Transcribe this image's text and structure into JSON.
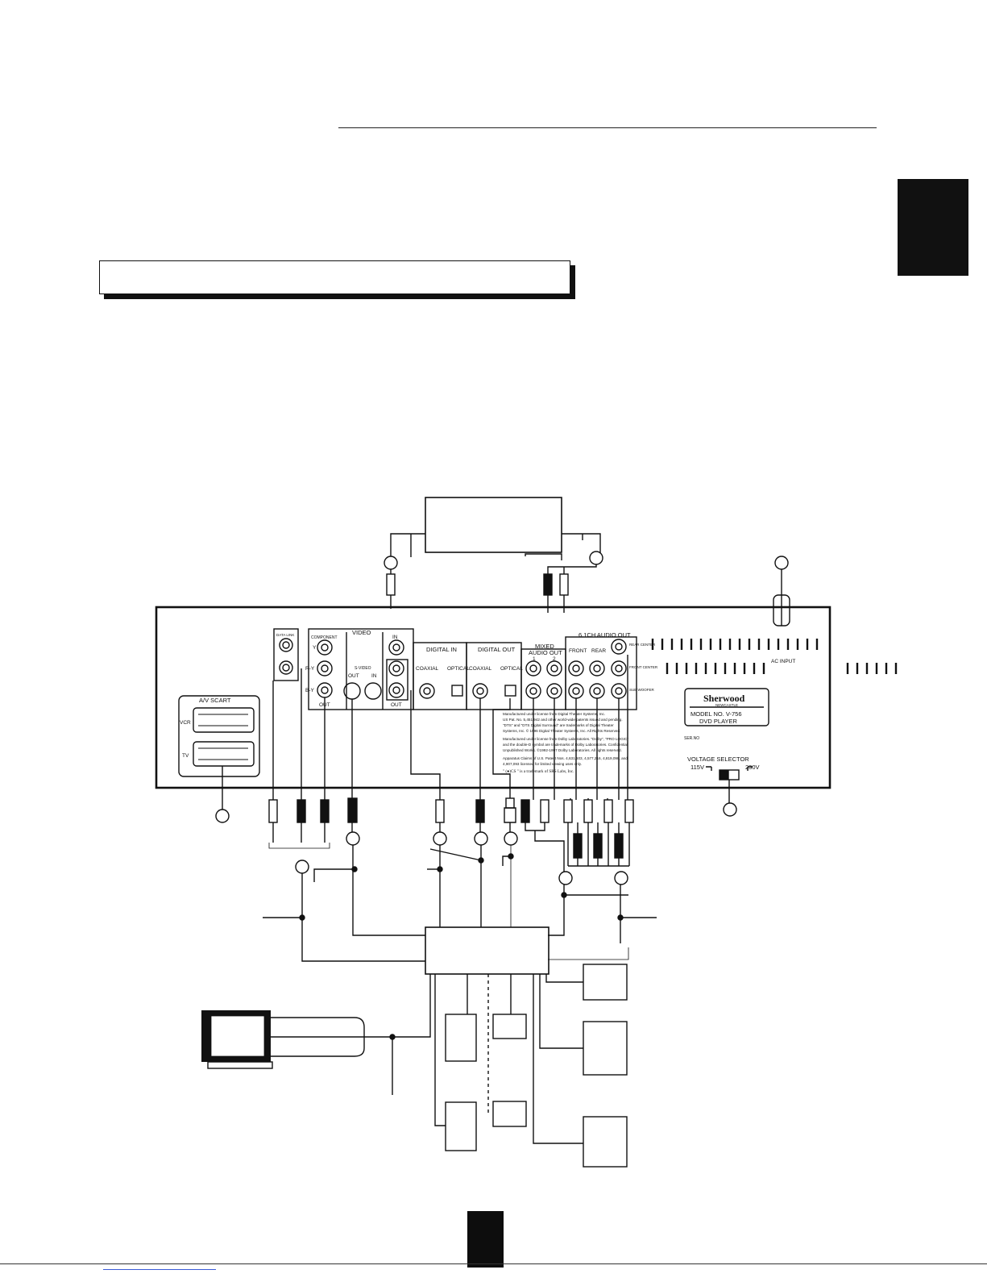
{
  "panel": {
    "av_scart": "A/V SCART",
    "scart_vcr": "VCR",
    "scart_tv": "TV",
    "video": "VIDEO",
    "component": "COMPONENT",
    "data_link": "DATA LINK",
    "y": "Y",
    "r_y": "R-Y",
    "b_y": "B-Y",
    "out": "OUT",
    "svideo": "S-VIDEO",
    "svideo_out": "OUT",
    "svideo_in": "IN",
    "video_in": "IN",
    "video_out": "OUT",
    "digital_in": "DIGITAL IN",
    "digital_out": "DIGITAL OUT",
    "coaxial_in": "COAXIAL",
    "optical_in": "OPTICAL",
    "coaxial_out": "COAXIAL",
    "optical_out": "OPTICAL",
    "mixed_audio_out_1": "MIXED",
    "mixed_audio_out_2": "AUDIO OUT",
    "ch1": "1",
    "ch2": "2",
    "six_ch_audio_out": "6.1CH AUDIO OUT",
    "front": "FRONT",
    "rear": "REAR",
    "rear_center": "REAR CENTER",
    "front_center": "FRONT CENTER",
    "sub_woofer": "SUB WOOFER",
    "ac_input": "AC INPUT",
    "brand": "Sherwood",
    "brand_sub": "NEWCASTLE",
    "model_no": "MODEL NO.  V-756",
    "dvd_player": "DVD  PLAYER",
    "ser_no": "SER.NO",
    "voltage_selector": "VOLTAGE SELECTOR",
    "v115": "115V",
    "v230": "230V",
    "license_lines": [
      "Manufactured under license from Digital Theater Systems, Inc.",
      "US Pat. No. 5,451,942 and other world-wide patents issued and pending.",
      "\"DTS\" and \"DTS Digital Surround\" are trademarks of Digital Theater",
      "Systems, Inc. © 1996 Digital Theater Systems, Inc.  All Rights Reserved.",
      "Manufactured under license from Dolby Laboratories. \"Dolby\", \"PRO LOGIC\"",
      "and the double-D symbol are trademarks of Dolby Laboratories. Confidential",
      "Unpublished Works. ©1992-1997 Dolby Laboratories. All rights reserved.",
      "Apparatus Claims of U.S. Patent Nos. 4,631,603, 4,577,216, 4,819,098, and",
      "4,907,093 licensed for limited viewing uses only.",
      "\" (●)CS \" is a trademark of SRS Labs, Inc."
    ]
  }
}
